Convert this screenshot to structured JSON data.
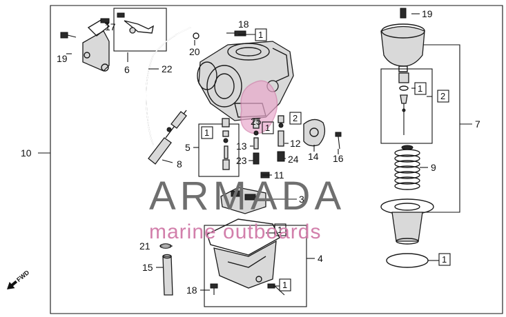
{
  "callouts": {
    "c1": "1",
    "c2": "2",
    "c3": "3",
    "c4": "4",
    "c5": "5",
    "c6": "6",
    "c7": "7",
    "c8": "8",
    "c9": "9",
    "c10": "10",
    "c11": "11",
    "c12": "12",
    "c13": "13",
    "c14": "14",
    "c15": "15",
    "c16": "16",
    "c17": "17",
    "c18": "18",
    "c19": "19",
    "c20": "20",
    "c21": "21",
    "c22": "22",
    "c23": "23",
    "c24": "24",
    "c25": "25"
  },
  "watermark": {
    "brand": "ARMADA",
    "tagline": "marine outboards"
  },
  "direction": "FWD",
  "colors": {
    "watermark_text": "#6f6f6f",
    "watermark_accent": "#d27fab"
  }
}
